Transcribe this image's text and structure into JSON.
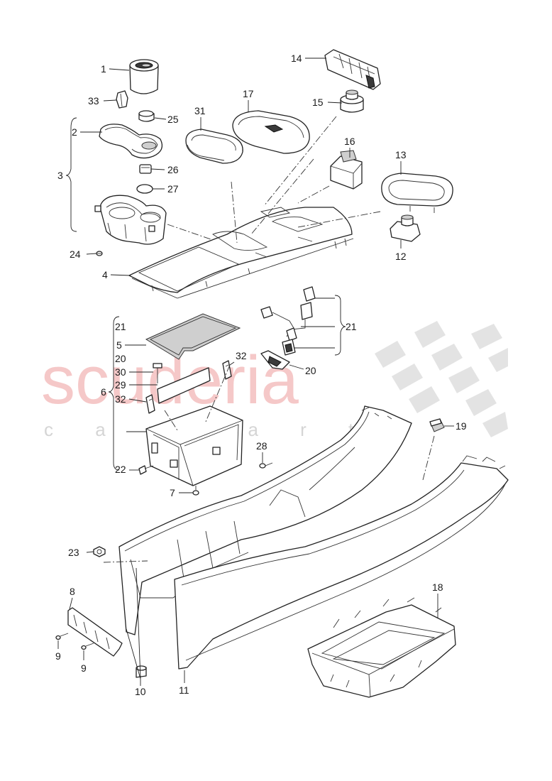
{
  "watermark": {
    "brand": "scuderia",
    "tagline": "c a r p a r t s"
  },
  "callouts": [
    {
      "id": "c1",
      "text": "1"
    },
    {
      "id": "c33",
      "text": "33"
    },
    {
      "id": "c2",
      "text": "2"
    },
    {
      "id": "c25",
      "text": "25"
    },
    {
      "id": "c3",
      "text": "3"
    },
    {
      "id": "c26",
      "text": "26"
    },
    {
      "id": "c27",
      "text": "27"
    },
    {
      "id": "c24",
      "text": "24"
    },
    {
      "id": "c4",
      "text": "4"
    },
    {
      "id": "c31",
      "text": "31"
    },
    {
      "id": "c17",
      "text": "17"
    },
    {
      "id": "c14",
      "text": "14"
    },
    {
      "id": "c15",
      "text": "15"
    },
    {
      "id": "c16",
      "text": "16"
    },
    {
      "id": "c13",
      "text": "13"
    },
    {
      "id": "c12",
      "text": "12"
    },
    {
      "id": "c21a",
      "text": "21"
    },
    {
      "id": "c5",
      "text": "5"
    },
    {
      "id": "c20a",
      "text": "20"
    },
    {
      "id": "c30",
      "text": "30"
    },
    {
      "id": "c29",
      "text": "29"
    },
    {
      "id": "c6",
      "text": "6"
    },
    {
      "id": "c32a",
      "text": "32"
    },
    {
      "id": "c32b",
      "text": "32"
    },
    {
      "id": "c22",
      "text": "22"
    },
    {
      "id": "c7",
      "text": "7"
    },
    {
      "id": "c21b",
      "text": "21"
    },
    {
      "id": "c20b",
      "text": "20"
    },
    {
      "id": "c19",
      "text": "19"
    },
    {
      "id": "c28",
      "text": "28"
    },
    {
      "id": "c23",
      "text": "23"
    },
    {
      "id": "c8",
      "text": "8"
    },
    {
      "id": "c9a",
      "text": "9"
    },
    {
      "id": "c9b",
      "text": "9"
    },
    {
      "id": "c10",
      "text": "10"
    },
    {
      "id": "c11",
      "text": "11"
    },
    {
      "id": "c18",
      "text": "18"
    }
  ]
}
